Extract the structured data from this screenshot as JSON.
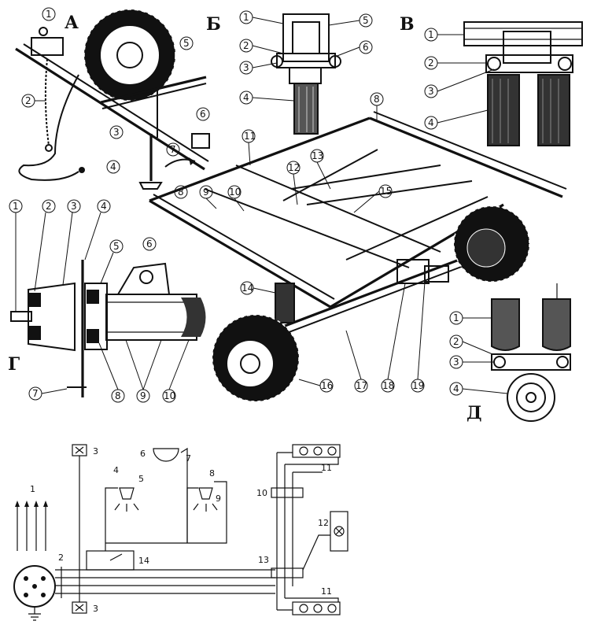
{
  "sections": {
    "A": "А",
    "B": "Б",
    "V": "В",
    "G": "Г",
    "D": "Д"
  },
  "callouts": {
    "A": [
      "1",
      "2",
      "3",
      "4",
      "5",
      "6",
      "7"
    ],
    "B": [
      "1",
      "2",
      "3",
      "4",
      "5",
      "6"
    ],
    "V": [
      "1",
      "2",
      "3",
      "4"
    ],
    "frame": [
      "8",
      "9",
      "10",
      "11",
      "12",
      "13",
      "14",
      "15",
      "16",
      "17",
      "18",
      "19"
    ],
    "G": [
      "1",
      "2",
      "3",
      "4",
      "5",
      "6",
      "7",
      "8",
      "9",
      "10"
    ],
    "D": [
      "1",
      "2",
      "3",
      "4"
    ]
  },
  "schematic": {
    "labels": [
      "1",
      "2",
      "3",
      "3",
      "4",
      "5",
      "6",
      "7",
      "8",
      "9",
      "10",
      "11",
      "11",
      "12",
      "13",
      "14"
    ]
  }
}
